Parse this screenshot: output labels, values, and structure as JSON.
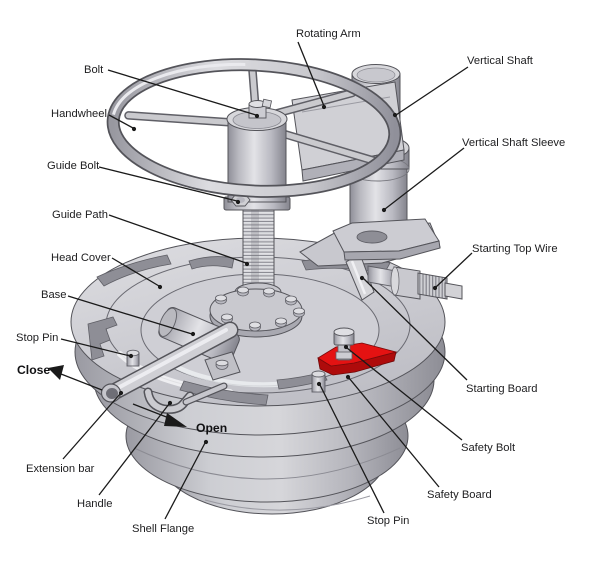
{
  "figure": {
    "type": "annotated-3d-assembly-diagram",
    "subject": "Handwheel-operated head cover / hatch mechanism",
    "background": "#ffffff"
  },
  "labels": {
    "rotating_arm": "Rotating Arm",
    "bolt": "Bolt",
    "handwheel": "Handwheel",
    "guide_bolt": "Guide Bolt",
    "guide_path": "Guide Path",
    "head_cover": "Head Cover",
    "base": "Base",
    "stop_pin_left": "Stop Pin",
    "vertical_shaft": "Vertical Shaft",
    "vertical_shaft_sleeve": "Vertical Shaft Sleeve",
    "starting_top_wire": "Starting Top Wire",
    "starting_board": "Starting Board",
    "safety_bolt": "Safety Bolt",
    "safety_board": "Safety Board",
    "stop_pin_bottom": "Stop Pin",
    "extension_bar": "Extension bar",
    "handle": "Handle",
    "shell_flange": "Shell Flange"
  },
  "directions": {
    "close": "Close",
    "open": "Open"
  },
  "colors": {
    "body_gray": "#c8c8ce",
    "outline": "#54545a",
    "safety_red_top": "#e41212",
    "safety_red_side": "#ae0b0b",
    "leader_line": "#1a1a1a"
  }
}
